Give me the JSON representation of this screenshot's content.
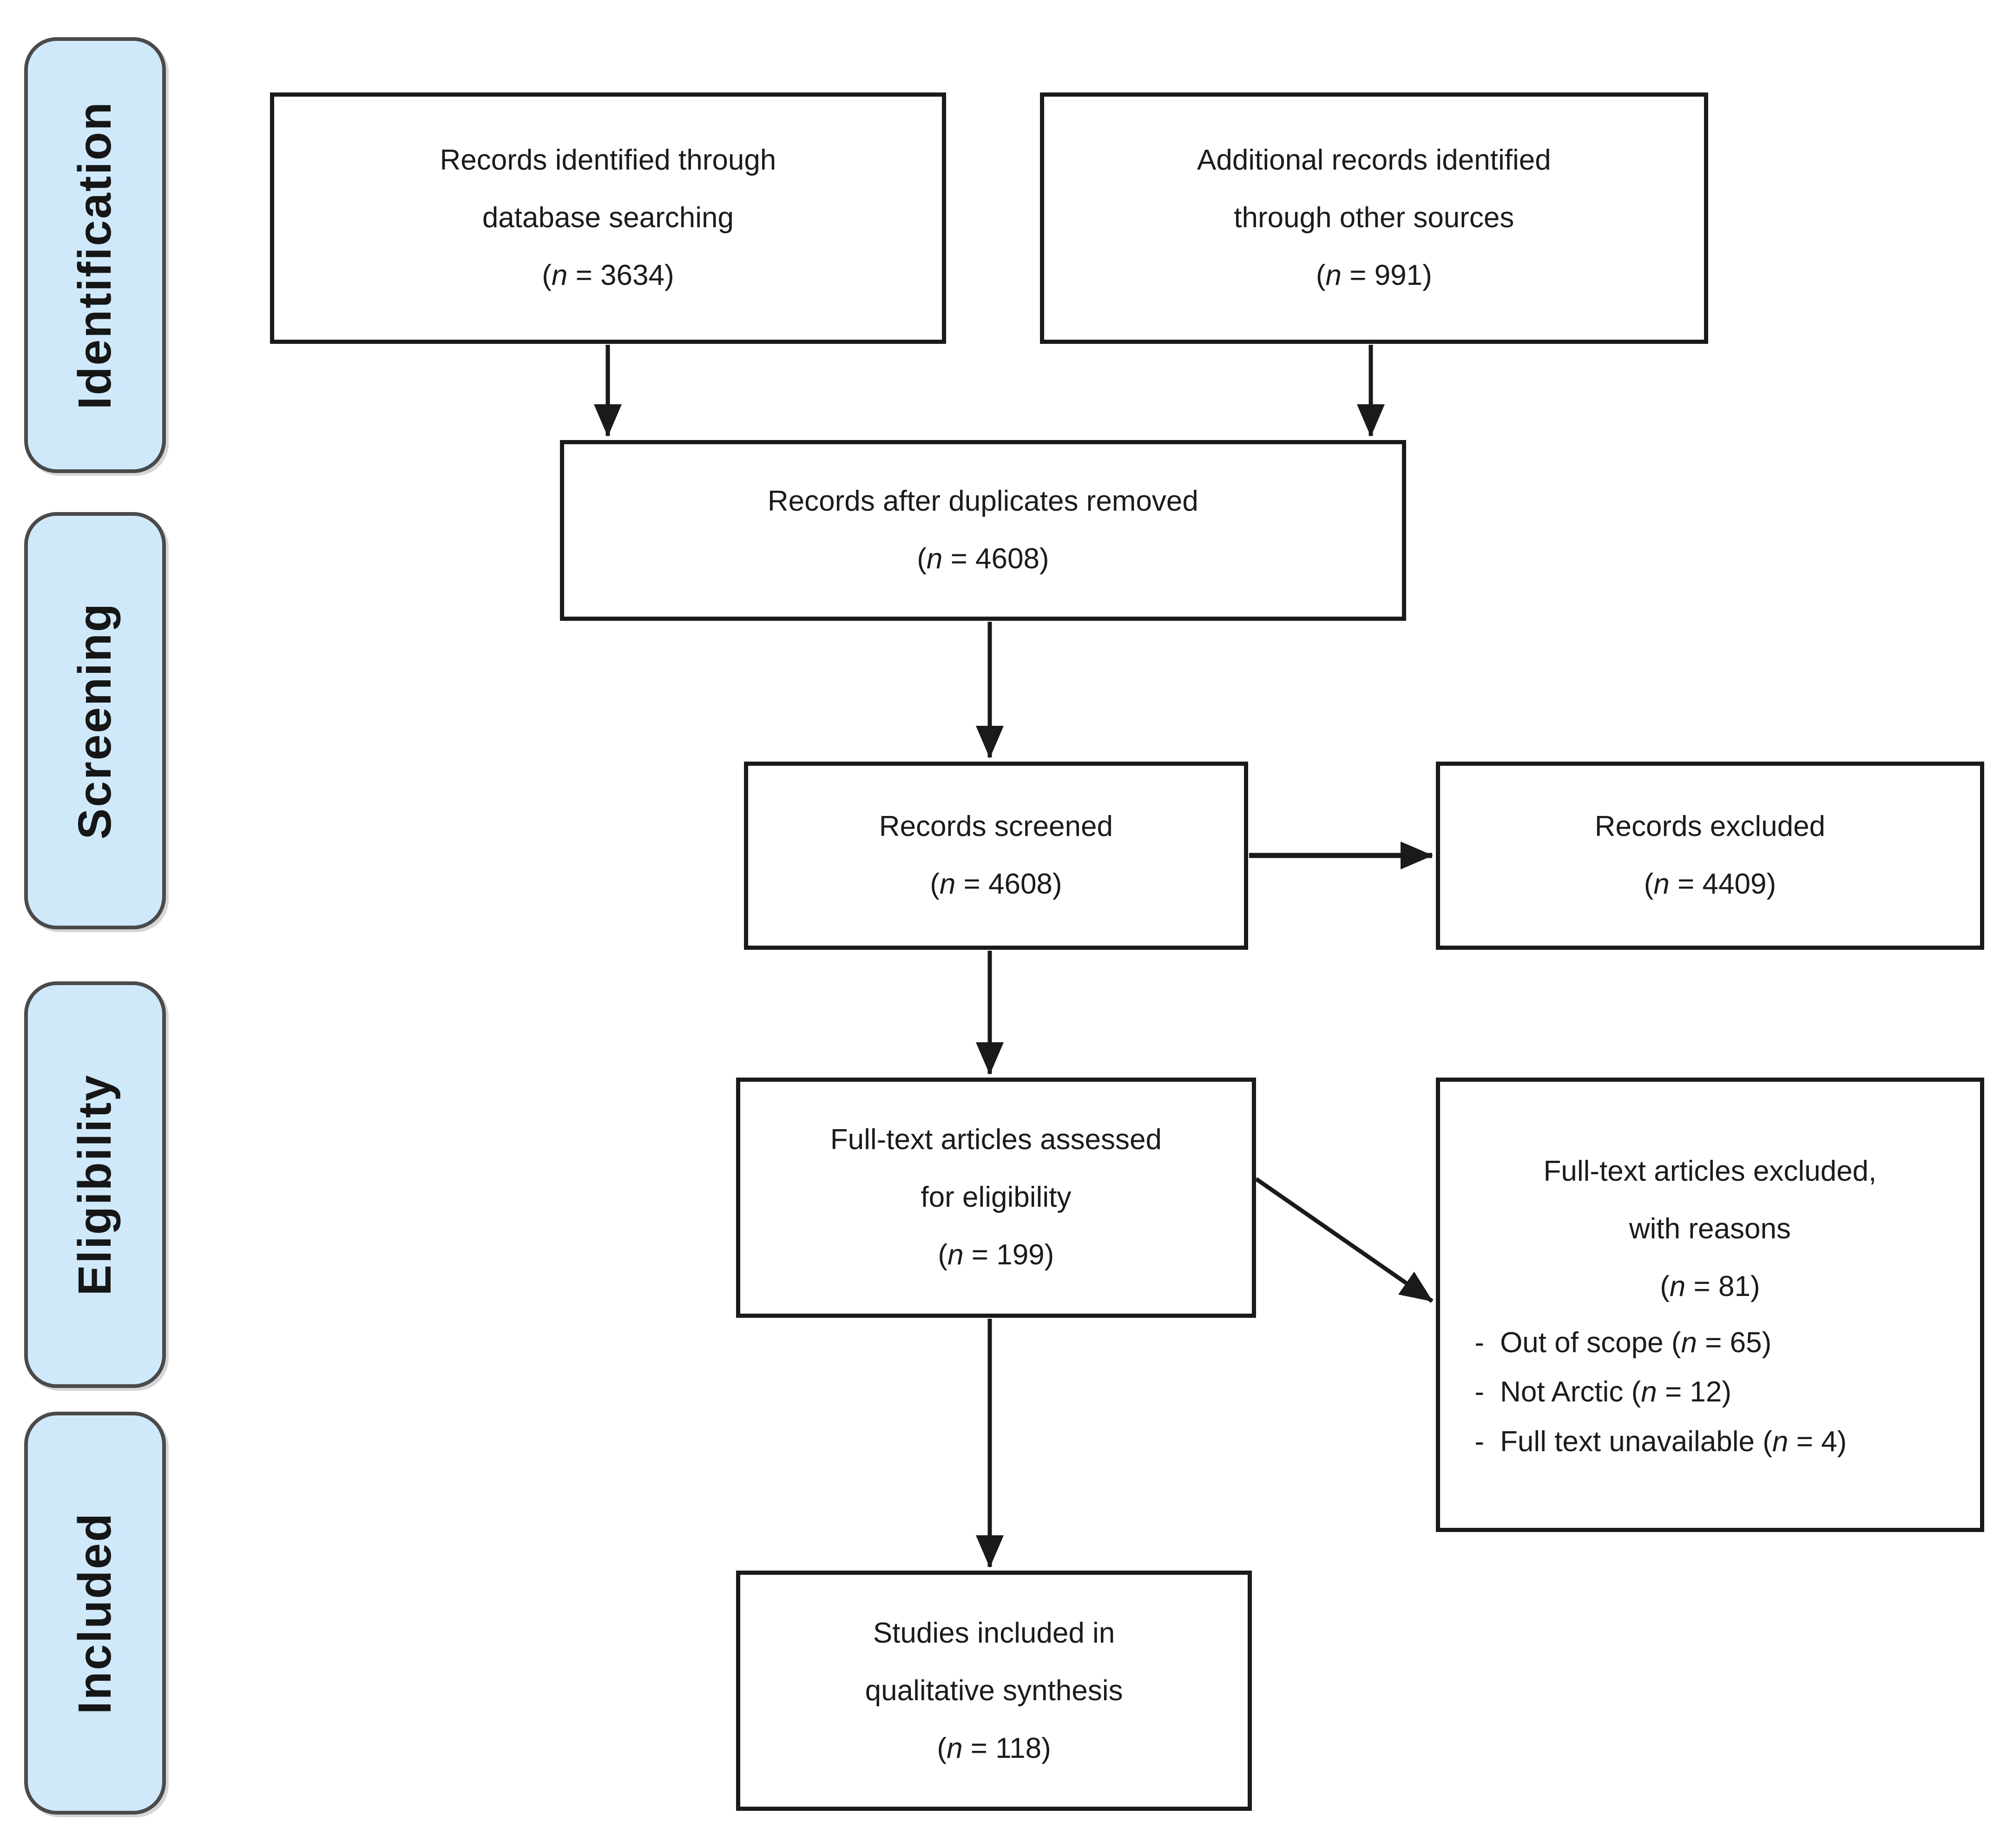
{
  "palette": {
    "stage_fill": "#cfe9fb",
    "stage_border": "#4a4a4a",
    "box_border": "#1a1a1a",
    "text": "#1b1b1b",
    "background": "#ffffff"
  },
  "glyphs": {
    "open_paren": "(",
    "n_symbol": "n",
    "bullet_dash": "-"
  },
  "sidebar": {
    "stages": [
      {
        "label": "Identification"
      },
      {
        "label": "Screening"
      },
      {
        "label": "Eligibility"
      },
      {
        "label": "Included"
      }
    ]
  },
  "flow": {
    "identified_db": {
      "line1": "Records identified through",
      "line2": "database searching",
      "n_rest": " = 3634)"
    },
    "identified_other": {
      "line1": "Additional records identified",
      "line2": "through other sources",
      "n_rest": " = 991)"
    },
    "dedup": {
      "line1": "Records after duplicates removed",
      "n_rest": " = 4608)"
    },
    "screened": {
      "line1": "Records screened",
      "n_rest": " = 4608)"
    },
    "records_excluded": {
      "line1": "Records excluded",
      "n_rest": " = 4409)"
    },
    "fulltext_assessed": {
      "line1": "Full-text articles assessed",
      "line2": "for eligibility",
      "n_rest": " = 199)"
    },
    "fulltext_excluded": {
      "line1": "Full-text articles excluded,",
      "line2": "with reasons",
      "n_rest": " = 81)",
      "reasons": [
        {
          "pre": "Out of scope (",
          "rest": " = 65)"
        },
        {
          "pre": "Not Arctic (",
          "rest": " = 12)"
        },
        {
          "pre": "Full text unavailable (",
          "rest": " = 4)"
        }
      ]
    },
    "included_studies": {
      "line1": "Studies included in",
      "line2": "qualitative synthesis",
      "n_rest": " = 118)"
    }
  }
}
